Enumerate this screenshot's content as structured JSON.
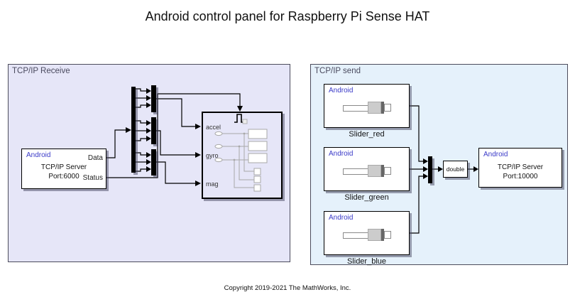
{
  "title": "Android control panel for Raspberry Pi Sense HAT",
  "copyright": "Copyright 2019-2021 The MathWorks, Inc.",
  "colors": {
    "android_blue": "#3a3ac8",
    "receive_panel_fill": "#e6e6f8",
    "send_panel_fill": "#e5f1fb",
    "panel_border": "#4c4c5c"
  },
  "receive_panel": {
    "label": "TCP/IP Receive",
    "server_block": {
      "vendor": "Android",
      "line1": "TCP/IP Server",
      "line2": "Port:6000",
      "port_data": "Data",
      "port_status": "Status"
    },
    "subsystem": {
      "ports": {
        "accel": "accel",
        "gyro": "gyro",
        "mag": "mag"
      }
    }
  },
  "send_panel": {
    "label": "TCP/IP send",
    "sliders": [
      {
        "vendor": "Android",
        "label": "Slider_red"
      },
      {
        "vendor": "Android",
        "label": "Slider_green"
      },
      {
        "vendor": "Android",
        "label": "Slider_blue"
      }
    ],
    "convert_block": {
      "label": "double"
    },
    "server_block": {
      "vendor": "Android",
      "line1": "TCP/IP Server",
      "line2": "Port:10000"
    }
  }
}
